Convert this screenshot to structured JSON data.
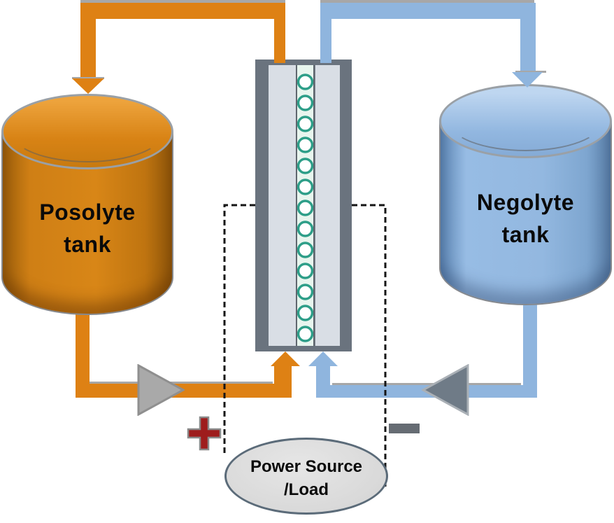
{
  "diagram": {
    "kind": "redox-flow-battery-schematic",
    "tanks": {
      "posolyte": {
        "line1": "Posolyte",
        "line2": "tank"
      },
      "negolyte": {
        "line1": "Negolyte",
        "line2": "tank"
      }
    },
    "power_source": {
      "line1": "Power Source",
      "line2": "/Load"
    },
    "terminals": {
      "positive": "+",
      "negative": "−"
    },
    "cell": {
      "membrane_circle_count": 13
    },
    "pumps": {
      "left_direction": "right",
      "right_direction": "left"
    }
  },
  "colors": {
    "posolyte_pipe": "#DE8114",
    "posolyte_tank": "#D07E12",
    "negolyte_pipe": "#8FB5DE",
    "negolyte_tank": "#92B7E0",
    "cell_plate": "#6A737E",
    "cell_electrode": "#D9DEE5",
    "membrane": "#E8F5EE",
    "membrane_circle": "#2D9E88",
    "pump_left": "#A9A9A9",
    "pump_right": "#6F7B87",
    "power_fill": "#D9D9D9",
    "power_border": "#5B6B79",
    "positive": "#9E1D1D",
    "negative": "#666C73",
    "pipe_highlight": "#A7A7A7",
    "dash": "#141414"
  }
}
